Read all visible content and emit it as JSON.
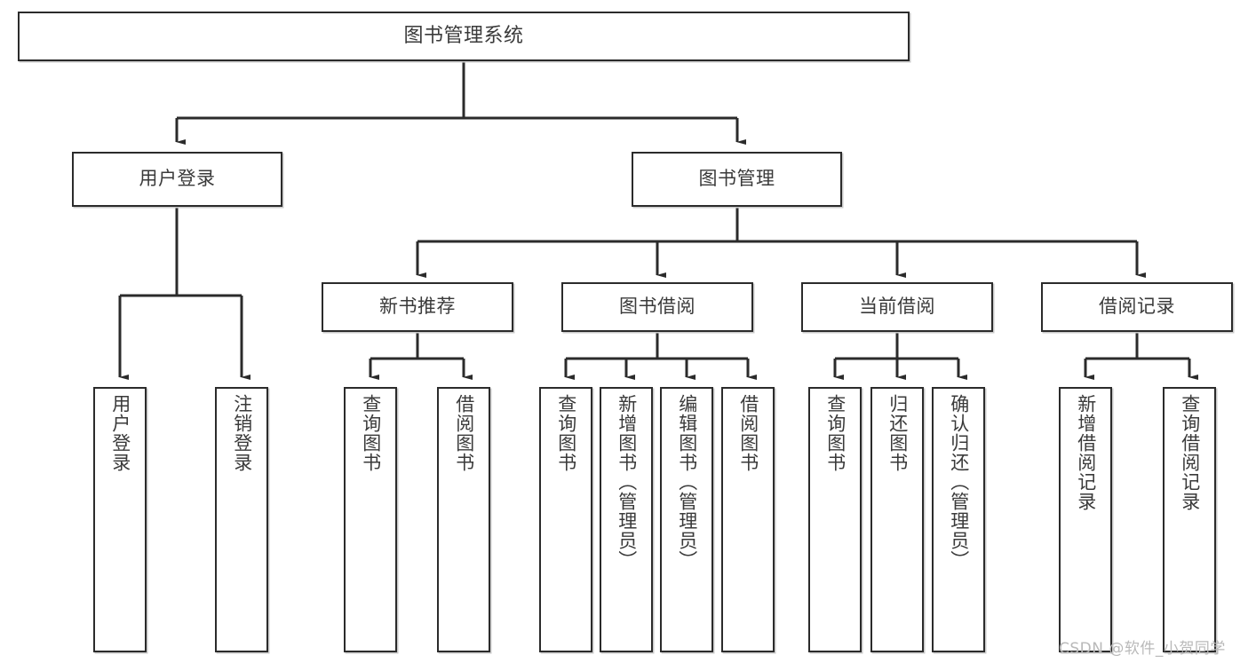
{
  "diagram": {
    "title": "图书管理系统",
    "type": "tree-hierarchy-diagram",
    "colors": {
      "background": "#ffffff",
      "box_border": "#2b2b2b",
      "box_fill": "#ffffff",
      "box_shadow": "#c9c9c9",
      "connector": "#2b2b2b",
      "text": "#3a3a3a",
      "watermark": "#b9b9b9"
    },
    "root": {
      "label": "图书管理系统"
    },
    "level1": [
      {
        "label": "用户登录"
      },
      {
        "label": "图书管理"
      }
    ],
    "level2": [
      {
        "label": "新书推荐"
      },
      {
        "label": "图书借阅"
      },
      {
        "label": "当前借阅"
      },
      {
        "label": "借阅记录"
      }
    ],
    "leaves": {
      "user_login": [
        {
          "label": "用户登录"
        },
        {
          "label": "注销登录"
        }
      ],
      "new_book_recommend": [
        {
          "label": "查询图书"
        },
        {
          "label": "借阅图书"
        }
      ],
      "book_borrow": [
        {
          "label": "查询图书"
        },
        {
          "label": "新增图书（管理员）"
        },
        {
          "label": "编辑图书（管理员）"
        },
        {
          "label": "借阅图书"
        }
      ],
      "current_borrow": [
        {
          "label": "查询图书"
        },
        {
          "label": "归还图书"
        },
        {
          "label": "确认归还（管理员）"
        }
      ],
      "borrow_record": [
        {
          "label": "新增借阅记录"
        },
        {
          "label": "查询借阅记录"
        }
      ]
    }
  },
  "watermark": {
    "text": "CSDN @软件_小贺同学"
  }
}
